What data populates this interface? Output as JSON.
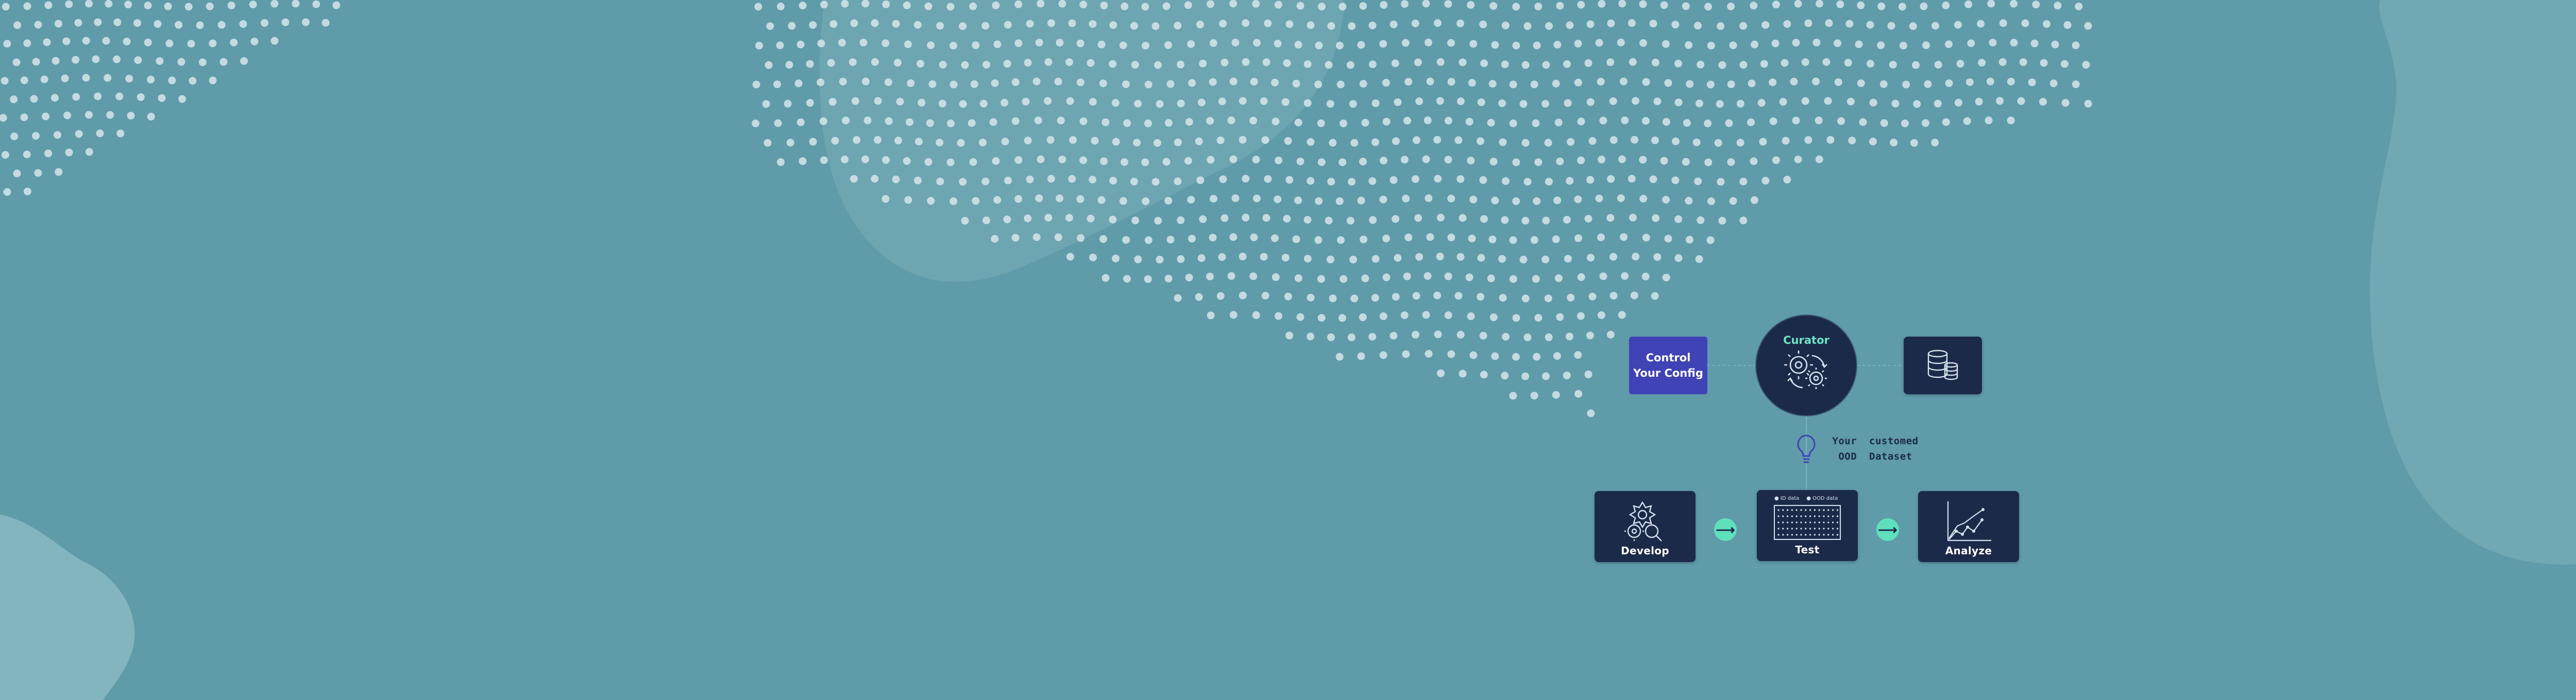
{
  "colors": {
    "background": "#5f9ba8",
    "node_fill": "#1c2a4a",
    "config_fill": "#3f43b5",
    "accent": "#5fe0bd",
    "curator_title": "#6fe3c6",
    "dots": "#d6e6ea"
  },
  "workflow": {
    "config": {
      "line1": "Control",
      "line2": "Your Config"
    },
    "curator": {
      "title": "Curator",
      "icon": "gears-cycle-icon"
    },
    "dataset_store": {
      "icon": "database-icon"
    },
    "caption": {
      "line1": "Your  customed",
      "line2": "OOD  Dataset"
    },
    "steps": [
      {
        "label": "Develop",
        "icon": "gears-search-icon"
      },
      {
        "label": "Test",
        "icon": "data-grid-icon",
        "legend_a": "ID data",
        "legend_b": "OOD data"
      },
      {
        "label": "Analyze",
        "icon": "line-chart-icon"
      }
    ],
    "arrow_glyph": "⟶"
  }
}
